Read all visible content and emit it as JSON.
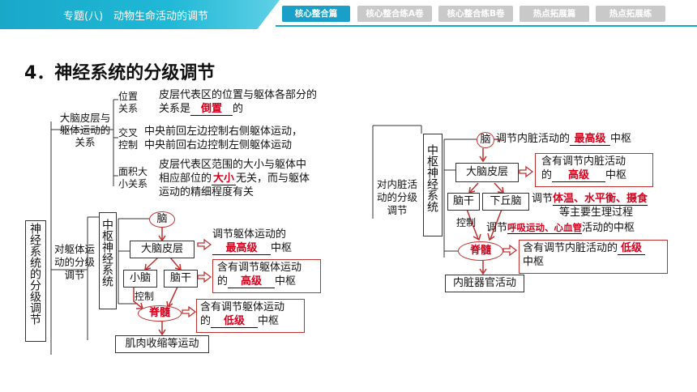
{
  "header": {
    "topic": "专题(八)",
    "title": "动物生命活动的调节",
    "tabs": [
      {
        "label": "核心整合篇",
        "active": true
      },
      {
        "label": "核心整合练A卷",
        "active": false
      },
      {
        "label": "核心整合练B卷",
        "active": false
      },
      {
        "label": "热点拓展篇",
        "active": false
      },
      {
        "label": "热点拓展练",
        "active": false
      }
    ]
  },
  "heading": "4．神经系统的分级调节",
  "left": {
    "root": "神经系统的分级调节",
    "cortex_branch": "大脑皮层与躯体运动的关系",
    "pos_label": "位置关系",
    "pos_text1": "皮层代表区的位置与躯体各部分的",
    "pos_text2a": "关系是",
    "pos_answer": "倒置",
    "pos_text2b": "的",
    "cross_label": "交叉控制",
    "cross_text1": "中央前回左边控制右侧躯体运动，",
    "cross_text2": "中央前回右边控制左侧躯体运动",
    "area_label": "面积大小关系",
    "area_text1": "皮层代表区范围的大小与躯体中",
    "area_text2a": "相应部位的",
    "area_answer": "大小",
    "area_text2b": "无关，而与躯体",
    "area_text3": "运动的精细程度有关",
    "body_branch": "对躯体运动的分级调节",
    "center": "中枢神经系统",
    "brain": "脑",
    "cerebral_cortex": "大脑皮层",
    "cerebellum": "小脑",
    "brainstem": "脑干",
    "spinal_cord": "脊髓",
    "control": "控制",
    "cortex_desc1": "调节躯体运动的",
    "cortex_answer": "最高级",
    "cortex_desc2": "中枢",
    "mid_desc1": "含有调节躯体运动",
    "mid_desc2a": "的",
    "mid_answer": "高级",
    "mid_desc2b": "中枢",
    "spine_desc1": "含有调节躯体运动",
    "spine_desc2a": "的",
    "spine_answer": "低级",
    "spine_desc2b": "中枢",
    "output": "肌肉收缩等运动"
  },
  "right": {
    "branch": "对内脏活动的分级调节",
    "center": "中枢神经系统",
    "brain": "脑",
    "brain_desc1": "调节内脏活动的",
    "brain_answer": "最高级",
    "brain_desc2": "中枢",
    "cerebral_cortex": "大脑皮层",
    "cortex_desc1": "含有调节内脏活动",
    "cortex_desc2a": "的",
    "cortex_answer": "高级",
    "cortex_desc2b": "中枢",
    "brainstem": "脑干",
    "hypothalamus": "下丘脑",
    "hypo_desc1a": "调节",
    "hypo_answer": "体温、水平衡、摄食",
    "hypo_desc2": "等主要生理过程",
    "control": "控制",
    "bs_desc_a": "调节",
    "bs_answer": "呼吸运动、心血管",
    "bs_desc_b": "活动的中枢",
    "spinal_cord": "脊髓",
    "spine_desc1a": "含有调节内脏活动的",
    "spine_answer": "低级",
    "spine_desc2": "中枢",
    "output": "内脏器官活动"
  }
}
